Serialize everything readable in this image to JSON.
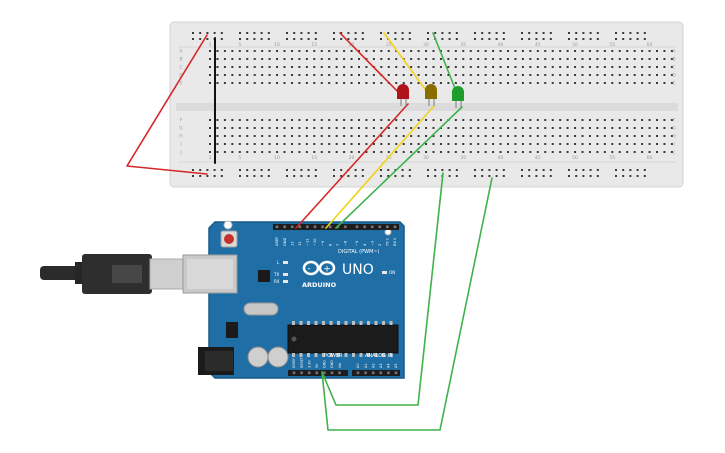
{
  "breadboard": {
    "row_letters_top": [
      "A",
      "B",
      "C",
      "D",
      "E"
    ],
    "row_letters_bottom": [
      "F",
      "G",
      "H",
      "I",
      "J"
    ],
    "column_numbers": [
      "1",
      "5",
      "10",
      "15",
      "20",
      "25",
      "30",
      "35",
      "40",
      "45",
      "50",
      "55",
      "60"
    ]
  },
  "arduino": {
    "brand": "ARDUINO",
    "model": "UNO",
    "digital_header_label": "DIGITAL (PWM~)",
    "power_label": "POWER",
    "analog_label": "ANALOG IN",
    "on_label": "ON",
    "tx_label": "TX",
    "rx_label": "RX",
    "l_label": "L",
    "digital_pins": [
      "AREF",
      "GND",
      "13",
      "12",
      "~11",
      "~10",
      "~9",
      "8",
      "7",
      "~6",
      "~5",
      "4",
      "~3",
      "2",
      "TX 1",
      "RX 0"
    ],
    "power_pins": [
      "IOREF",
      "RESET",
      "3.3V",
      "5V",
      "GND",
      "GND",
      "Vin"
    ],
    "analog_pins": [
      "A0",
      "A1",
      "A2",
      "A3",
      "A4",
      "A5"
    ]
  },
  "leds": [
    {
      "name": "red-led",
      "color": "#b0141a"
    },
    {
      "name": "yellow-led",
      "color": "#8a6d00"
    },
    {
      "name": "green-led",
      "color": "#1e9e2a"
    }
  ],
  "colors": {
    "breadboard": "#e9e9e9",
    "arduino_board": "#1f6fa6",
    "wire_red": "#d62728",
    "wire_yellow": "#f2d21b",
    "wire_green": "#3fb24a",
    "wire_black": "#111111"
  }
}
